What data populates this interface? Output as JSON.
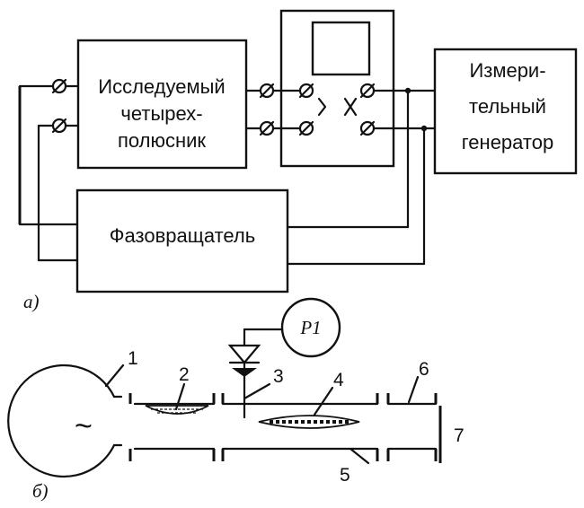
{
  "part_a": {
    "label": "а)",
    "dut": [
      "Исследуемый",
      "четырех-",
      "полюсник"
    ],
    "generator": [
      "Измери-",
      "тельный",
      "генератор"
    ],
    "phase_shifter": "Фазовращатель"
  },
  "part_b": {
    "label": "б)",
    "meter": "P1",
    "source_symbol": "~",
    "numbers": [
      "1",
      "2",
      "3",
      "4",
      "5",
      "6",
      "7"
    ]
  }
}
